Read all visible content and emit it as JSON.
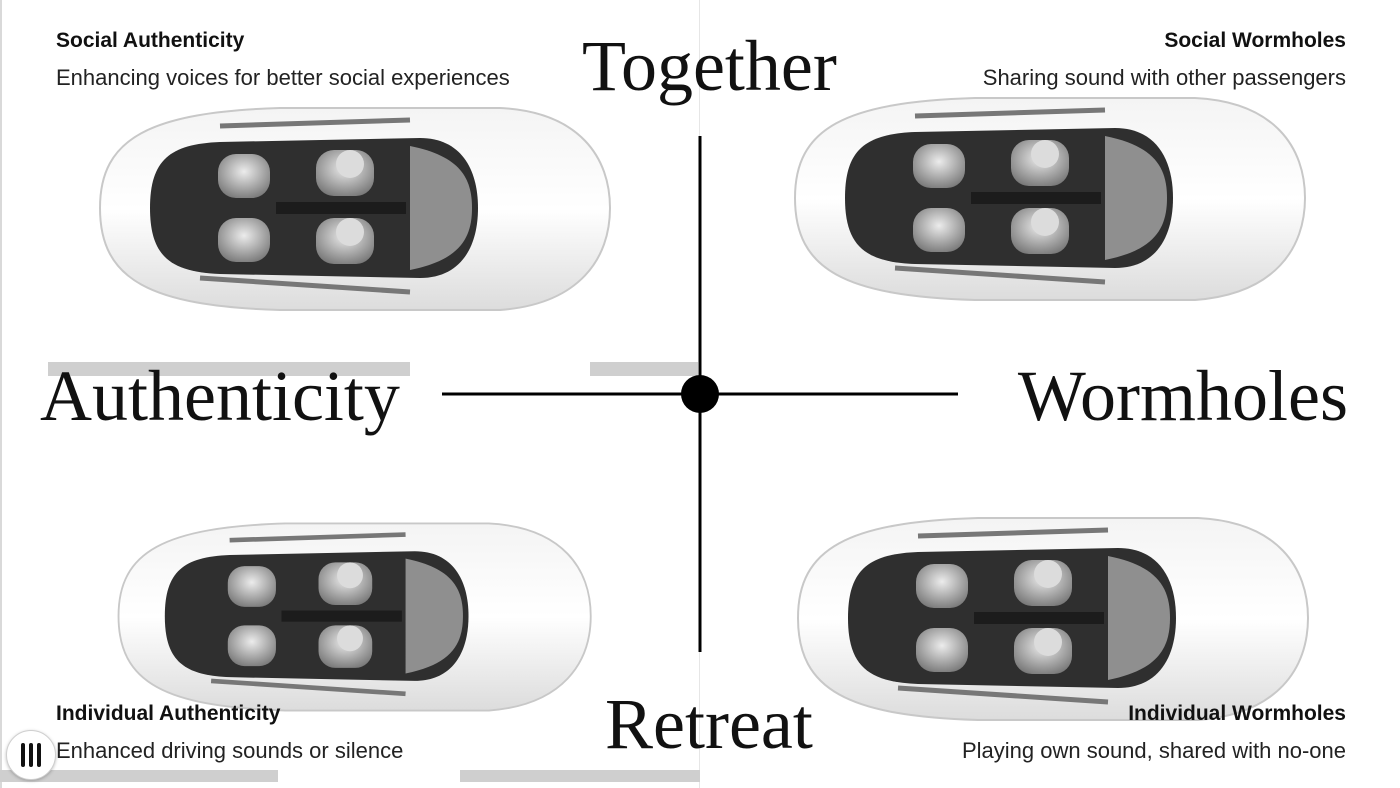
{
  "axes": {
    "top": "Together",
    "bottom": "Retreat",
    "left": "Authenticity",
    "right": "Wormholes"
  },
  "quadrants": {
    "top_left": {
      "title": "Social Authenticity",
      "description": "Enhancing voices for better social experiences"
    },
    "top_right": {
      "title": "Social Wormholes",
      "description": "Sharing sound with other passengers"
    },
    "bottom_left": {
      "title": "Individual Authenticity",
      "description": "Enhanced driving sounds or silence"
    },
    "bottom_right": {
      "title": "Individual Wormholes",
      "description": "Playing own sound, shared with no-one"
    }
  },
  "icons": {
    "menu": "menu-icon",
    "car": "car-top-view-icon"
  },
  "colors": {
    "axis": "#000000",
    "background": "#ffffff",
    "accent_gray": "#cfcfcf"
  }
}
